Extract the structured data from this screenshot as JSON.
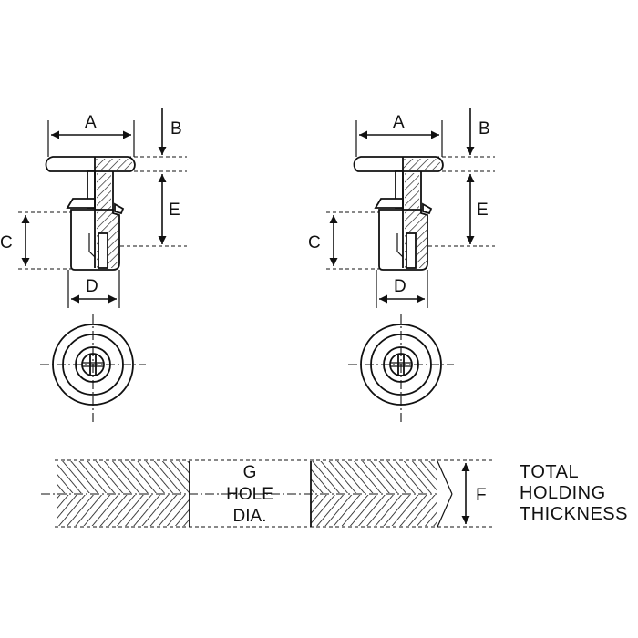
{
  "labels": {
    "a": "A",
    "b": "B",
    "c": "C",
    "d": "D",
    "e": "E",
    "f": "F",
    "hole_line1": "G",
    "hole_line2": "HOLE",
    "hole_line3": "DIA.",
    "note_line1": "TOTAL",
    "note_line2": "HOLDING",
    "note_line3": "THICKNESS"
  },
  "colors": {
    "ink": "#111111",
    "paper": "#ffffff"
  }
}
